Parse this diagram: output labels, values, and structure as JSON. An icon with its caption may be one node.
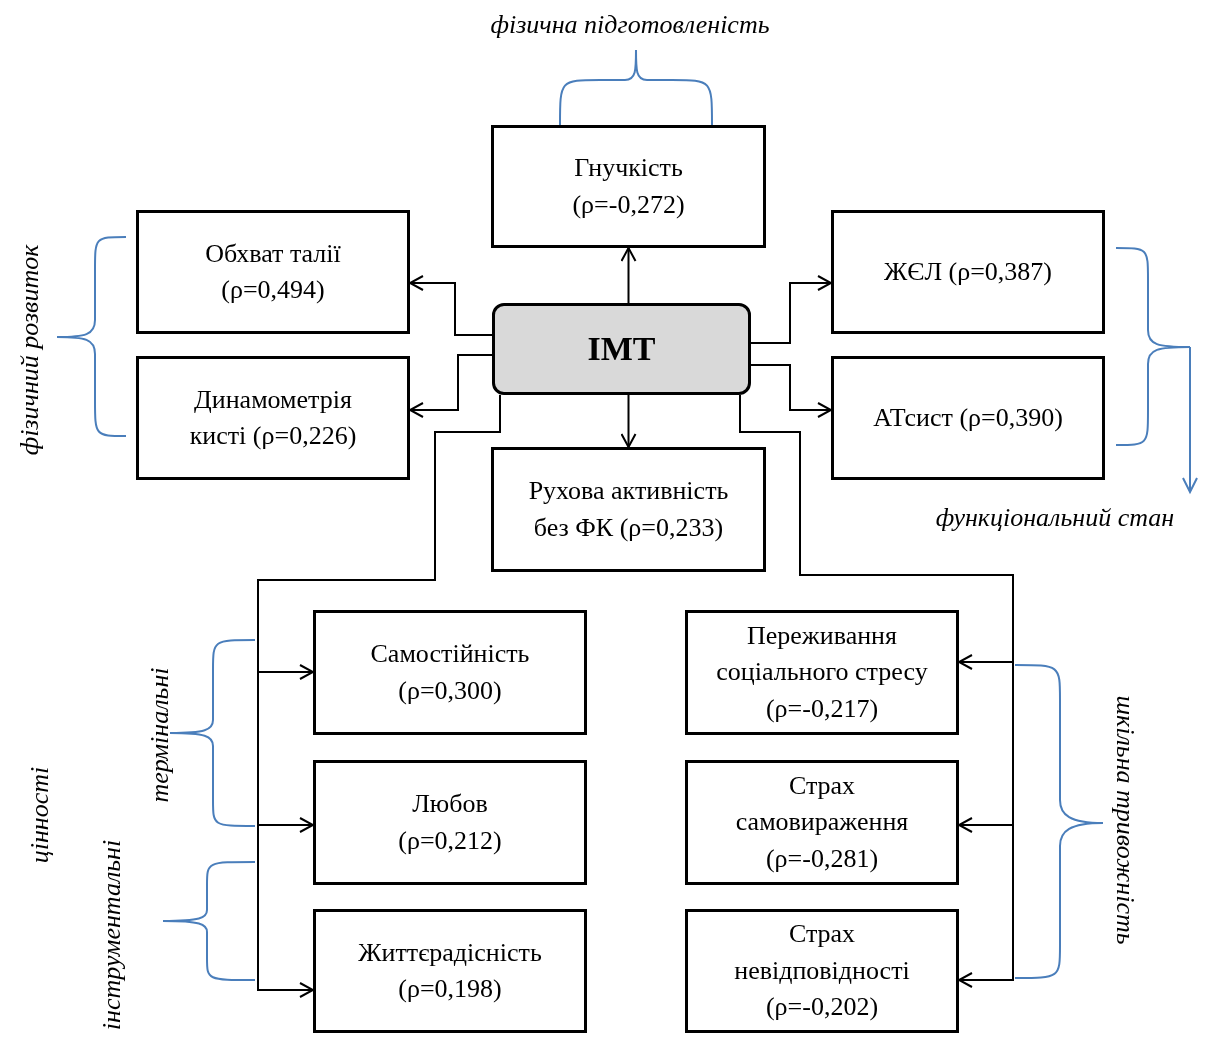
{
  "diagram": {
    "nodes": [
      {
        "text": [
          "Гнучкість (ρ=-0,272)"
        ]
      },
      {
        "text": [
          "Обхват талії (ρ=0,494)"
        ]
      },
      {
        "text": [
          "ІМТ"
        ]
      },
      {
        "text": [
          "ЖЄЛ (ρ=0,387)"
        ]
      },
      {
        "text": [
          "Динамометрія кисті (ρ=0,226)"
        ]
      },
      {
        "text": [
          "АТсист (ρ=0,390)"
        ]
      },
      {
        "text": [
          "Рухова активність без ФК (ρ=0,233)"
        ]
      },
      {
        "text": [
          "Самостійність (ρ=0,300)"
        ]
      },
      {
        "text": [
          "Переживання соціального стресу (ρ=-0,217)"
        ]
      },
      {
        "text": [
          "Любов (ρ=0,212)"
        ]
      },
      {
        "text": [
          "Страх самовираження (ρ=-0,281)"
        ]
      },
      {
        "text": [
          "Життєрадісність (ρ=0,198)"
        ]
      },
      {
        "text": [
          "Страх невідповідності (ρ=-0,202)"
        ]
      }
    ],
    "edges": [
      {
        "from": 2,
        "to": 0,
        "arrow": "to"
      },
      {
        "from": 2,
        "to": 1,
        "arrow": "to"
      },
      {
        "from": 2,
        "to": 3,
        "arrow": "to"
      },
      {
        "from": 2,
        "to": 4,
        "arrow": "to"
      },
      {
        "from": 2,
        "to": 5,
        "arrow": "to"
      },
      {
        "from": 2,
        "to": 6,
        "arrow": "to"
      },
      {
        "from": 2,
        "to": 7,
        "arrow": "to"
      },
      {
        "from": 2,
        "to": 9,
        "arrow": "to"
      },
      {
        "from": 2,
        "to": 11,
        "arrow": "to"
      },
      {
        "from": 2,
        "to": 8,
        "arrow": "to"
      },
      {
        "from": 2,
        "to": 10,
        "arrow": "to"
      },
      {
        "from": 2,
        "to": 12,
        "arrow": "to"
      }
    ],
    "labels": [
      "фізична підготовленість",
      "фізичний розвиток",
      "функціональний стан",
      "термінальні",
      "цінності",
      "інструментальні",
      "шкільна тривожність"
    ]
  }
}
